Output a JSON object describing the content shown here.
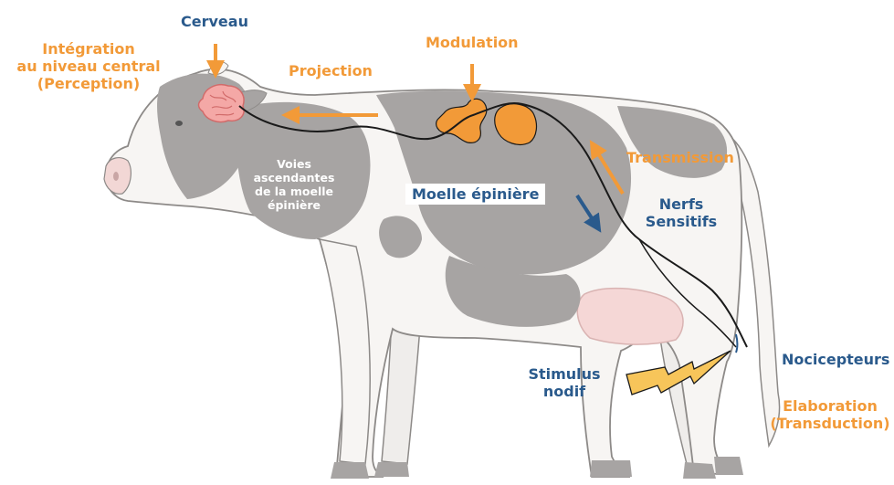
{
  "labels": {
    "cerveau": "Cerveau",
    "integration": [
      "Intégration",
      "au niveau central",
      "(Perception)"
    ],
    "projection": "Projection",
    "modulation": "Modulation",
    "transmission": "Transmission",
    "voies": [
      "Voies",
      "ascendantes",
      "de la moelle",
      "épinière"
    ],
    "moelle": "Moelle épinière",
    "nerfs": [
      "Nerfs",
      "Sensitifs"
    ],
    "stimulus": [
      "Stimulus",
      "nodif"
    ],
    "nocicepteurs": "Nocicepteurs",
    "elaboration": [
      "Elaboration",
      "(Transduction)"
    ]
  },
  "colors": {
    "orange": "#f29a38",
    "blue": "#2a5a8c",
    "patch": "#a7a4a3",
    "body": "#f7f5f3",
    "outline": "#8d8a88",
    "brain": "#f4a8a6",
    "udder": "#f5d7d6",
    "lightning": "#f7c55a"
  },
  "icons": [
    "cow-illustration",
    "brain-icon",
    "spinal-cord-icon",
    "nerve-line-icon",
    "lightning-icon",
    "arrow-icon"
  ]
}
